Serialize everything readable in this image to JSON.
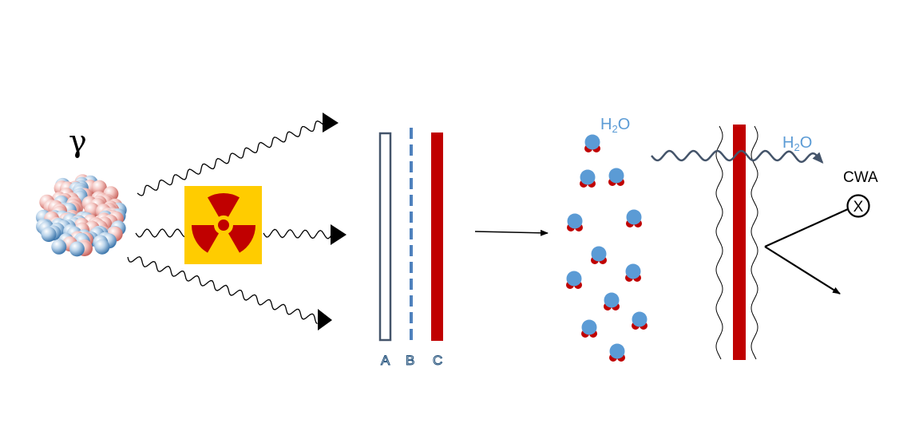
{
  "symbols": {
    "gamma": "γ",
    "cwa": "CWA",
    "blocked_mark": "X"
  },
  "water": {
    "formula_main": "H",
    "subscript": "2",
    "formula_tail": "O"
  },
  "barriers": {
    "labels": [
      "A",
      "B",
      "C"
    ]
  },
  "colors": {
    "water_blue": "#5b9bd5",
    "water_red": "#c00000",
    "barrier_red": "#c00000",
    "barrier_outline": "#44546a",
    "barrier_dash": "#4f81bd",
    "hazard_yellow": "#ffcc00",
    "hazard_red": "#c00000",
    "label_blue": "#5b9bd5",
    "wave_dark": "#44546a"
  },
  "icons": {
    "nucleus": "atomic-nucleus-icon",
    "hazard": "radiation-trefoil-icon",
    "molecule": "water-molecule-icon",
    "blocked": "circle-x-icon"
  }
}
